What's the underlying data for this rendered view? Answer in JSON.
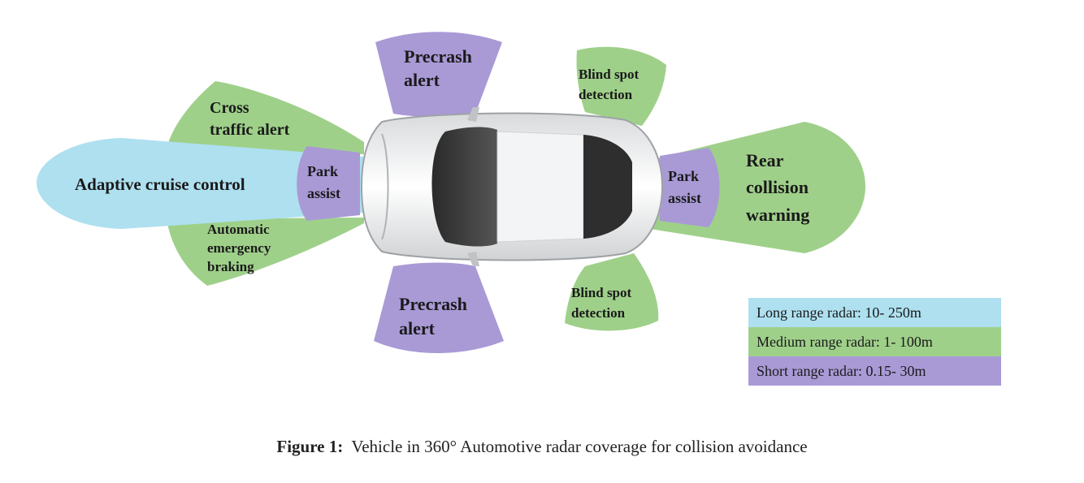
{
  "colors": {
    "long_range": "#aee0f0",
    "medium_range": "#9fd08a",
    "short_range": "#a99ad6"
  },
  "zones": {
    "adaptive_cruise": "Adaptive cruise control",
    "cross_traffic": [
      "Cross",
      "traffic alert"
    ],
    "aeb": [
      "Automatic",
      "emergency",
      "braking"
    ],
    "park_front": [
      "Park",
      "assist"
    ],
    "precrash_top": [
      "Precrash",
      "alert"
    ],
    "precrash_bottom": [
      "Precrash",
      "alert"
    ],
    "blind_top": [
      "Blind spot",
      "detection"
    ],
    "blind_bottom": [
      "Blind spot",
      "detection"
    ],
    "park_rear": [
      "Park",
      "assist"
    ],
    "rear_collision": [
      "Rear",
      "collision",
      "warning"
    ]
  },
  "legend": [
    {
      "label": "Long range radar: 10- 250m",
      "color": "#aee0f0"
    },
    {
      "label": "Medium range radar: 1- 100m",
      "color": "#9fd08a"
    },
    {
      "label": "Short range radar: 0.15- 30m",
      "color": "#a99ad6"
    }
  ],
  "caption": {
    "prefix": "Figure 1:",
    "text": "Vehicle in 360° Automotive radar coverage for collision avoidance"
  },
  "icons": [
    "car-image"
  ]
}
